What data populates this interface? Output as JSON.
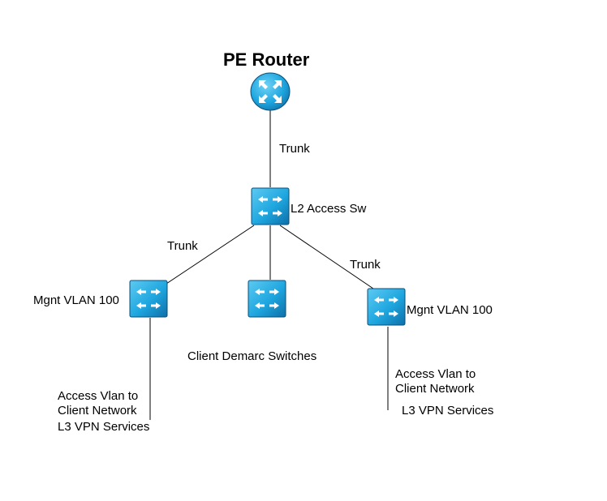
{
  "title": "PE Router",
  "nodes": {
    "router": {
      "icon": "router-icon"
    },
    "l2_switch": {
      "icon": "switch-icon",
      "label": "L2 Access Sw"
    },
    "left_switch": {
      "icon": "switch-icon",
      "label": "Mgnt VLAN 100"
    },
    "center_switch": {
      "icon": "switch-icon"
    },
    "right_switch": {
      "icon": "switch-icon",
      "label": "Mgnt VLAN 100"
    }
  },
  "links": {
    "router_to_l2": "Trunk",
    "l2_to_left": "Trunk",
    "l2_to_right": "Trunk"
  },
  "annotations": {
    "center_caption": "Client Demarc Switches",
    "left_access_line1": "Access Vlan to",
    "left_access_line2": "Client Network",
    "left_services": "L3 VPN Services",
    "right_access_line1": "Access Vlan to",
    "right_access_line2": "Client Network",
    "right_services": "L3 VPN Services"
  },
  "colors": {
    "device_fill": "#1ea6df",
    "device_edge": "#0b4f7a",
    "arrow": "#ffffff"
  }
}
